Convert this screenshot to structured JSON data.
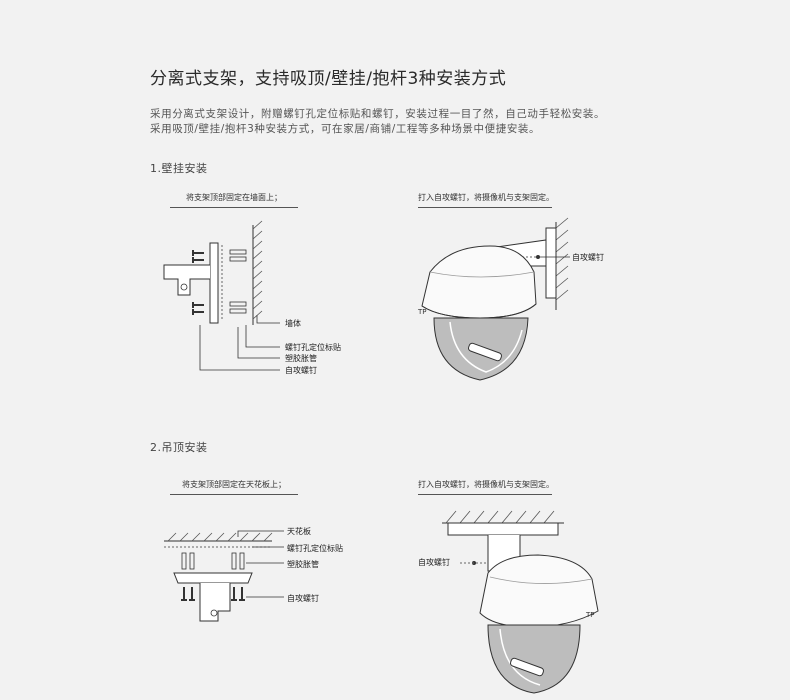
{
  "title": "分离式支架，支持吸顶/壁挂/抱杆3种安装方式",
  "description": [
    "采用分离式支架设计，附赠螺钉孔定位标贴和螺钉，安装过程一目了然，自己动手轻松安装。",
    "采用吸顶/壁挂/抱杆3种安装方式，可在家居/商铺/工程等多种场景中便捷安装。"
  ],
  "wall_mount": {
    "heading": "1.壁挂安装",
    "step1_caption": "将支架顶部固定在墙面上；",
    "step2_caption": "打入自攻螺钉，将摄像机与支架固定。",
    "labels": {
      "wall": "墙体",
      "sticker": "螺钉孔定位标贴",
      "anchor": "塑胶胀管",
      "screw": "自攻螺钉"
    },
    "step2_screw_label": "自攻螺钉",
    "camera_logo": "TP"
  },
  "ceiling_mount": {
    "heading": "2.吊顶安装",
    "step1_caption": "将支架顶部固定在天花板上；",
    "step2_caption": "打入自攻螺钉，将摄像机与支架固定。",
    "labels": {
      "ceiling": "天花板",
      "sticker": "螺钉孔定位标贴",
      "anchor": "塑胶胀管",
      "screw": "自攻螺钉"
    },
    "step2_screw_label": "自攻螺钉",
    "camera_logo": "TP"
  }
}
